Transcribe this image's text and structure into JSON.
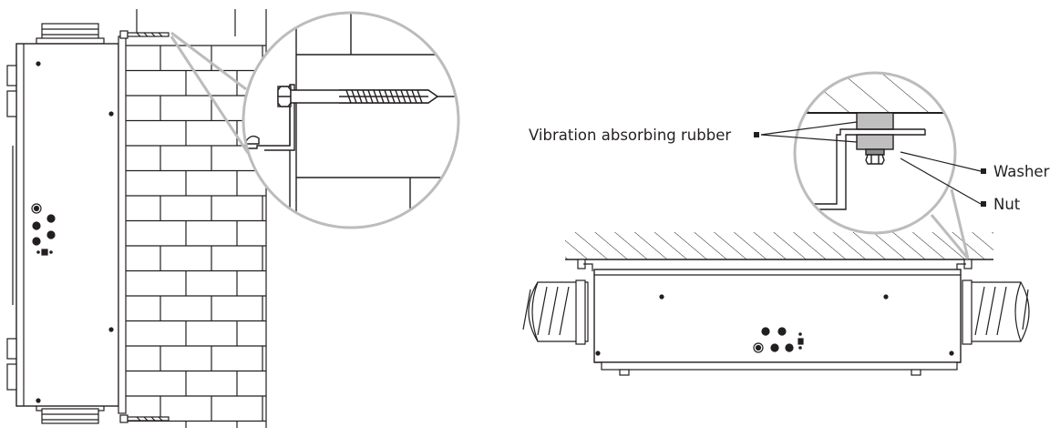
{
  "labels": {
    "rubber": "Vibration absorbing rubber",
    "washer": "Washer",
    "nut": "Nut"
  },
  "colors": {
    "line": "#231f20",
    "callout_circle": "#bcbcbc",
    "rubber_fill": "#bfbfbf",
    "washer_fill": "#8e8e8e"
  }
}
